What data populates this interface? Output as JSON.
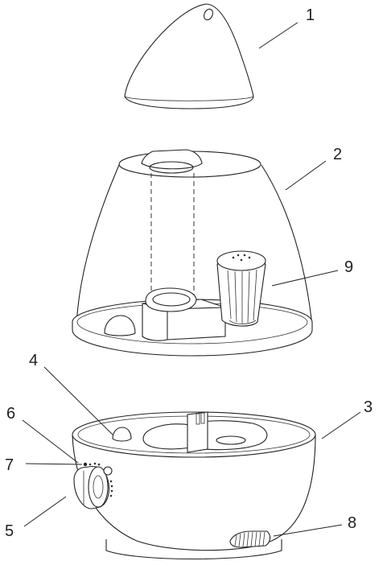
{
  "diagram": {
    "callouts": [
      {
        "id": "cap",
        "label": "1"
      },
      {
        "id": "tank",
        "label": "2"
      },
      {
        "id": "base",
        "label": "3"
      },
      {
        "id": "float",
        "label": "4"
      },
      {
        "id": "knob",
        "label": "5"
      },
      {
        "id": "power-light",
        "label": "6"
      },
      {
        "id": "indicator",
        "label": "7"
      },
      {
        "id": "air-vent",
        "label": "8"
      },
      {
        "id": "tank-cap",
        "label": "9"
      }
    ]
  }
}
